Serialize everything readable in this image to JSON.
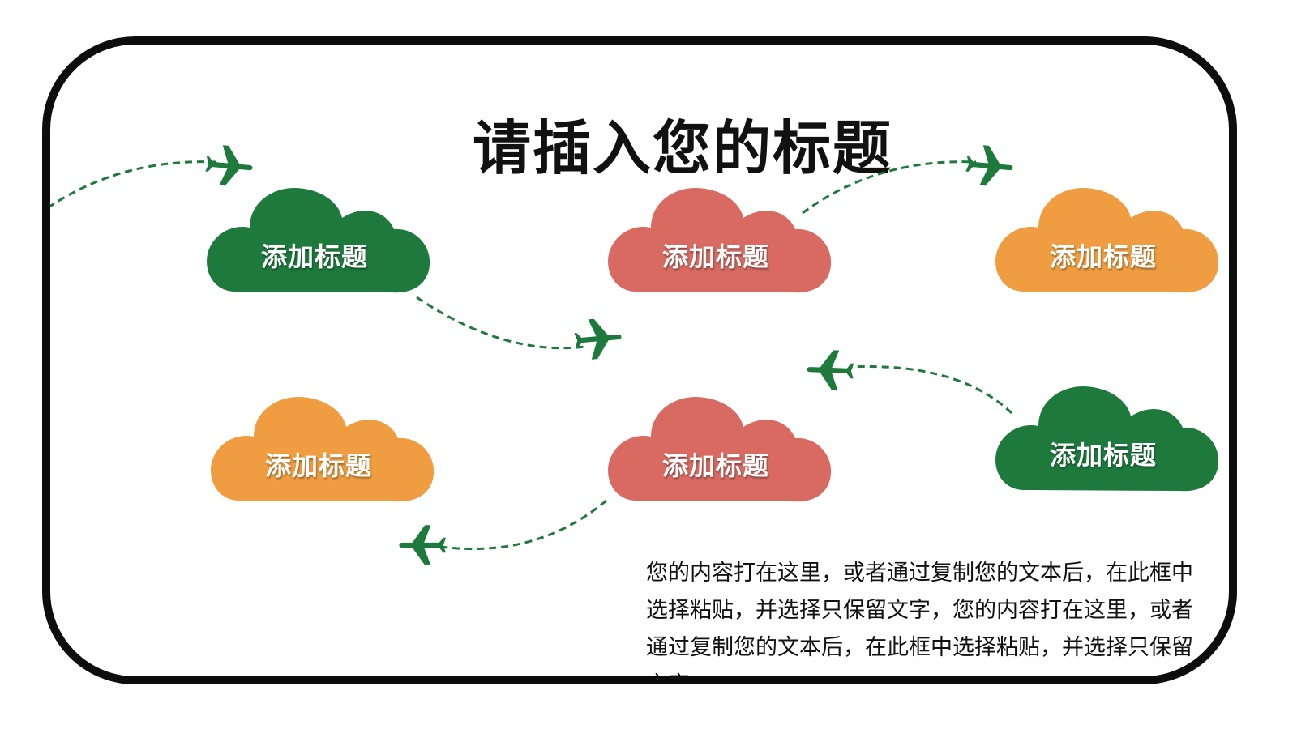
{
  "title": "请插入您的标题",
  "clouds": [
    {
      "label": "添加标题",
      "color": "#1d7a3c"
    },
    {
      "label": "添加标题",
      "color": "#d96a62"
    },
    {
      "label": "添加标题",
      "color": "#ef9d40"
    },
    {
      "label": "添加标题",
      "color": "#ef9d40"
    },
    {
      "label": "添加标题",
      "color": "#d96a62"
    },
    {
      "label": "添加标题",
      "color": "#1d7a3c"
    }
  ],
  "body_text": "您的内容打在这里，或者通过复制您的文本后，在此框中选择粘贴，并选择只保留文字，您的内容打在这里，或者通过复制您的文本后，在此框中选择粘贴，并选择只保留文字",
  "colors": {
    "frame": "#0d0d0d",
    "path": "#1d7a3c",
    "plane": "#1d7a3c"
  },
  "icons": [
    "airplane-icon",
    "cloud-shape"
  ]
}
